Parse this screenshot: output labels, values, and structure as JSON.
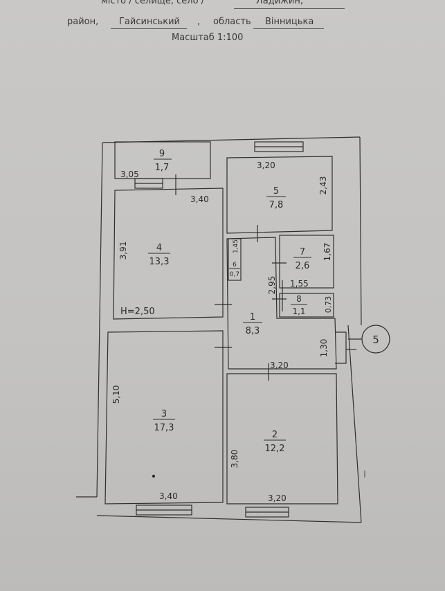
{
  "header": {
    "line1_prefix": "місто / селище, село /",
    "line1_value": "Ладижин,",
    "district_label": "район,",
    "district_value": "Гайсинський",
    "district_sep": ",",
    "region_label": "область",
    "region_value": "Вінницька",
    "scale": "Масштаб  1:100"
  },
  "rooms": [
    {
      "no": "1",
      "area": "8,3"
    },
    {
      "no": "2",
      "area": "12,2"
    },
    {
      "no": "3",
      "area": "17,3"
    },
    {
      "no": "4",
      "area": "13,3"
    },
    {
      "no": "5",
      "area": "7,8"
    },
    {
      "no": "6",
      "area": "0,7"
    },
    {
      "no": "7",
      "area": "2,6"
    },
    {
      "no": "8",
      "area": "1,1"
    },
    {
      "no": "9",
      "area": "1,7"
    }
  ],
  "dimensions": {
    "d_305": "3,05",
    "d_340_top": "3,40",
    "d_320_top": "3,20",
    "d_243": "2,43",
    "d_391": "3,91",
    "d_145": "1,45",
    "d_167": "1,67",
    "d_295": "2,95",
    "d_155": "1,55",
    "d_073": "0,73",
    "d_130": "1,30",
    "d_320_mid": "3,20",
    "d_510": "5,10",
    "d_380": "3,80",
    "d_340_bot": "3,40",
    "d_320_bot": "3,20"
  },
  "height_label": "H=2,50",
  "circle_label": "5"
}
